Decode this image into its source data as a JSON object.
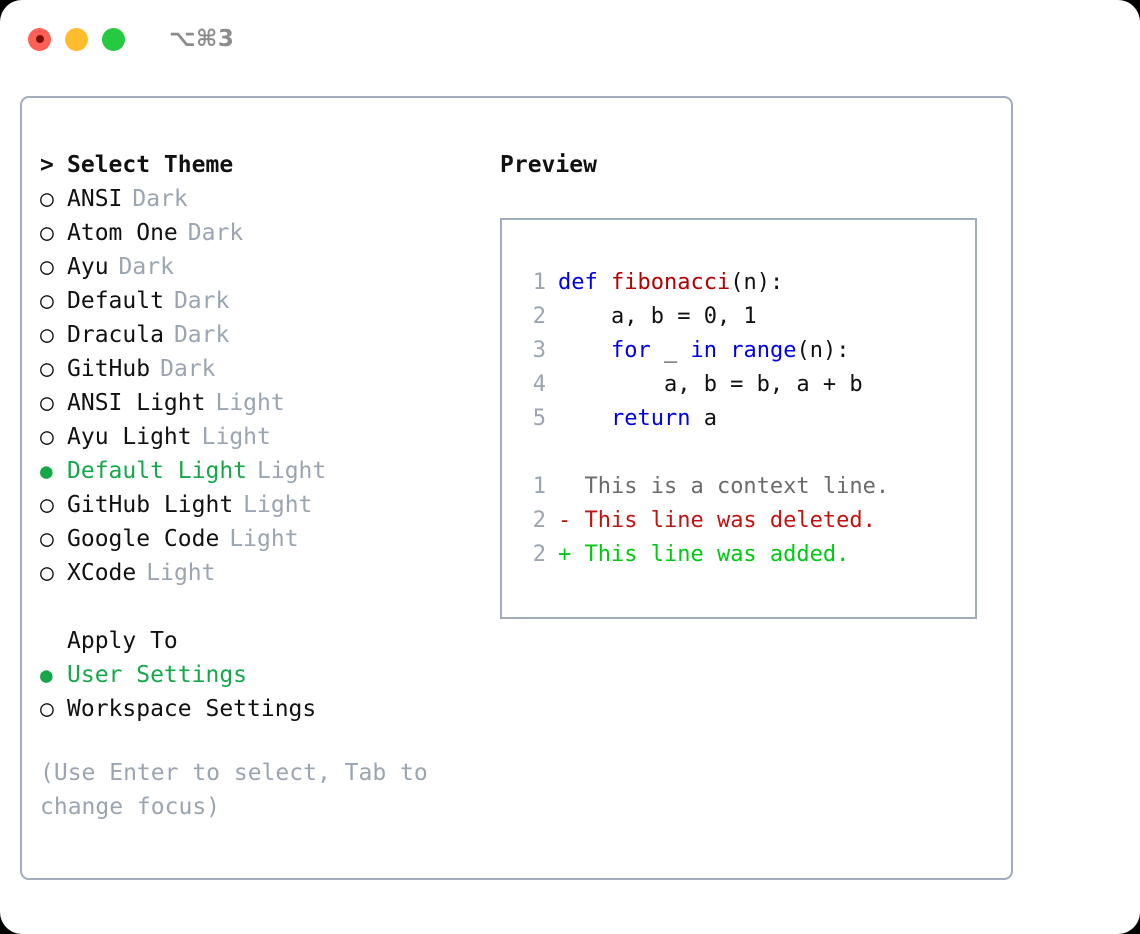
{
  "titlebar": {
    "shortcut": "⌥⌘3",
    "traffic_lights": [
      {
        "name": "close",
        "color": "#ff5f57"
      },
      {
        "name": "minimize",
        "color": "#ffbd2e"
      },
      {
        "name": "maximize",
        "color": "#26ca41"
      }
    ]
  },
  "theme_list": {
    "header_marker": ">",
    "header": "Select Theme",
    "items": [
      {
        "marker": "○",
        "label": "ANSI",
        "tag": "Dark",
        "selected": false
      },
      {
        "marker": "○",
        "label": "Atom One",
        "tag": "Dark",
        "selected": false
      },
      {
        "marker": "○",
        "label": "Ayu",
        "tag": "Dark",
        "selected": false
      },
      {
        "marker": "○",
        "label": "Default",
        "tag": "Dark",
        "selected": false
      },
      {
        "marker": "○",
        "label": "Dracula",
        "tag": "Dark",
        "selected": false
      },
      {
        "marker": "○",
        "label": "GitHub",
        "tag": "Dark",
        "selected": false
      },
      {
        "marker": "○",
        "label": "ANSI Light",
        "tag": "Light",
        "selected": false
      },
      {
        "marker": "○",
        "label": "Ayu Light",
        "tag": "Light",
        "selected": false
      },
      {
        "marker": "●",
        "label": "Default Light",
        "tag": "Light",
        "selected": true
      },
      {
        "marker": "○",
        "label": "GitHub Light",
        "tag": "Light",
        "selected": false
      },
      {
        "marker": "○",
        "label": "Google Code",
        "tag": "Light",
        "selected": false
      },
      {
        "marker": "○",
        "label": "XCode",
        "tag": "Light",
        "selected": false
      }
    ]
  },
  "apply_to": {
    "header": "Apply To",
    "items": [
      {
        "marker": "●",
        "label": "User Settings",
        "selected": true
      },
      {
        "marker": "○",
        "label": "Workspace Settings",
        "selected": false
      }
    ]
  },
  "hint": "(Use Enter to select, Tab to change focus)",
  "preview": {
    "title": "Preview",
    "code_lines": [
      {
        "no": "1",
        "tokens": [
          {
            "t": "def ",
            "k": "kw"
          },
          {
            "t": "fibonacci",
            "k": "fn"
          },
          {
            "t": "(n):",
            "k": "plain"
          }
        ]
      },
      {
        "no": "2",
        "tokens": [
          {
            "t": "    a, b = 0, 1",
            "k": "plain"
          }
        ]
      },
      {
        "no": "3",
        "tokens": [
          {
            "t": "    ",
            "k": "plain"
          },
          {
            "t": "for",
            "k": "kw"
          },
          {
            "t": " _ ",
            "k": "plain"
          },
          {
            "t": "in",
            "k": "kw"
          },
          {
            "t": " ",
            "k": "plain"
          },
          {
            "t": "range",
            "k": "kw"
          },
          {
            "t": "(n):",
            "k": "plain"
          }
        ]
      },
      {
        "no": "4",
        "tokens": [
          {
            "t": "        a, b = b, a + b",
            "k": "plain"
          }
        ]
      },
      {
        "no": "5",
        "tokens": [
          {
            "t": "    ",
            "k": "plain"
          },
          {
            "t": "return",
            "k": "kw"
          },
          {
            "t": " a",
            "k": "plain"
          }
        ]
      }
    ],
    "diff_lines": [
      {
        "no": "1",
        "sign": " ",
        "text": " This is a context line.",
        "kind": "ctx"
      },
      {
        "no": "2",
        "sign": "-",
        "text": " This line was deleted.",
        "kind": "del"
      },
      {
        "no": "2",
        "sign": "+",
        "text": " This line was added.",
        "kind": "add"
      }
    ]
  },
  "colors": {
    "accent_green": "#16a74a",
    "border": "#a2adbb",
    "muted": "#9aa5b1",
    "keyword_blue": "#0000e8",
    "function_red": "#b40000",
    "diff_delete": "#c01414",
    "diff_add": "#00c814",
    "diff_context": "#6b6b6b"
  }
}
